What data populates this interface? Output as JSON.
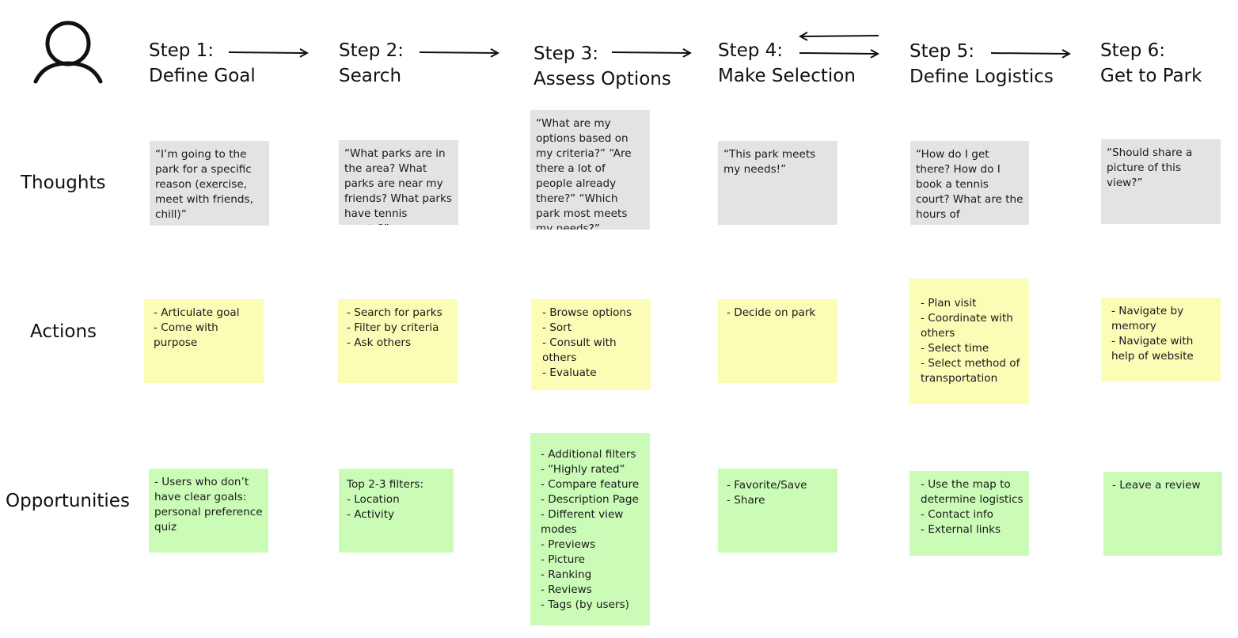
{
  "colors": {
    "thought_note": "#e3e3e3",
    "action_note": "#fbfcb5",
    "opportunity_note": "#cafcb8",
    "ink": "#111111"
  },
  "icons": {
    "persona": "user-icon",
    "connector": "arrow-right-icon",
    "back_connector": "arrow-left-icon"
  },
  "steps": [
    {
      "number": "Step 1:",
      "title": "Define Goal"
    },
    {
      "number": "Step 2:",
      "title": "Search"
    },
    {
      "number": "Step 3:",
      "title": "Assess Options"
    },
    {
      "number": "Step 4:",
      "title": "Make Selection"
    },
    {
      "number": "Step 5:",
      "title": "Define Logistics"
    },
    {
      "number": "Step 6:",
      "title": "Get to Park"
    }
  ],
  "rows": {
    "thoughts": "Thoughts",
    "actions": "Actions",
    "opportunities": "Opportunities"
  },
  "thoughts": [
    "“I’m going to the park for a specific reason (exercise, meet with friends, chill)”",
    "“What parks are in the area? What parks are near my friends? What parks have tennis courts?”",
    "“What are my options based on my criteria?” “Are there a lot of people already there?” “Which park most meets my needs?”",
    "“This park meets my needs!”",
    "“How do I get there? How do I book a tennis court? What are the hours of operation?”",
    "“Should share a picture of this view?”"
  ],
  "actions": [
    "- Articulate goal\n- Come with purpose",
    "- Search for parks\n- Filter by criteria\n- Ask others",
    "- Browse options\n- Sort\n- Consult with others\n- Evaluate",
    "- Decide on park",
    "- Plan visit\n- Coordinate with others\n- Select time\n- Select method of transportation",
    "- Navigate by memory\n- Navigate with help of website"
  ],
  "opportunities": [
    "- Users who don’t have clear goals: personal preference quiz",
    "Top 2-3 filters:\n- Location\n-  Activity",
    "- Additional filters\n- “Highly rated”\n- Compare feature\n- Description Page\n- Different view modes\n- Previews\n- Picture\n- Ranking\n- Reviews\n- Tags (by users)",
    "- Favorite/Save\n- Share",
    "- Use the map to determine logistics\n- Contact info\n- External links",
    "- Leave a review"
  ]
}
